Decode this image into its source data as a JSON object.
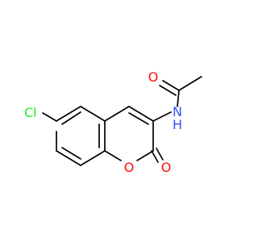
{
  "molecule": {
    "atoms": {
      "chlorine": "Cl",
      "ring_oxygen": "O",
      "carbonyl_oxygen_lactone": "O",
      "carbonyl_oxygen_amide": "O",
      "amide_nitrogen": "N",
      "amide_hydrogen": "H"
    },
    "colors": {
      "bond": "#000000",
      "oxygen": "#ff0d0d",
      "nitrogen": "#3050f8",
      "chlorine": "#1ff01f"
    }
  }
}
